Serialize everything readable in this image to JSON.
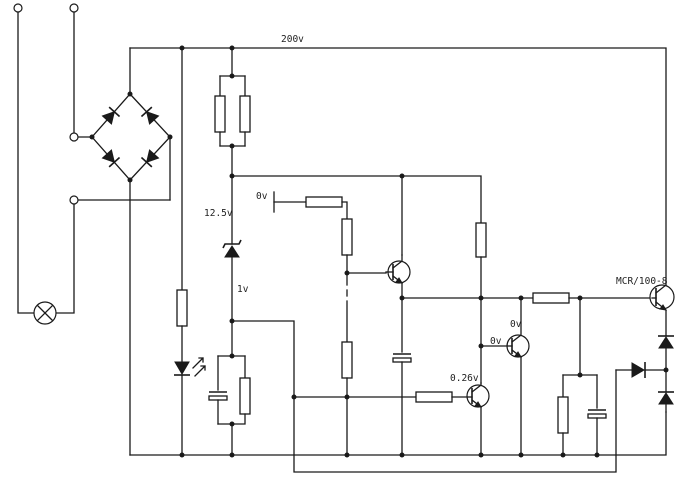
{
  "labels": {
    "supply": "200v",
    "zener_voltage": "12.5v",
    "divider_voltage": "1v",
    "ground_ref": "0v",
    "q3_base": "0v",
    "q2_base": "0v",
    "q4_base": "0.26v",
    "output_transistor": "MCR/100-8"
  }
}
